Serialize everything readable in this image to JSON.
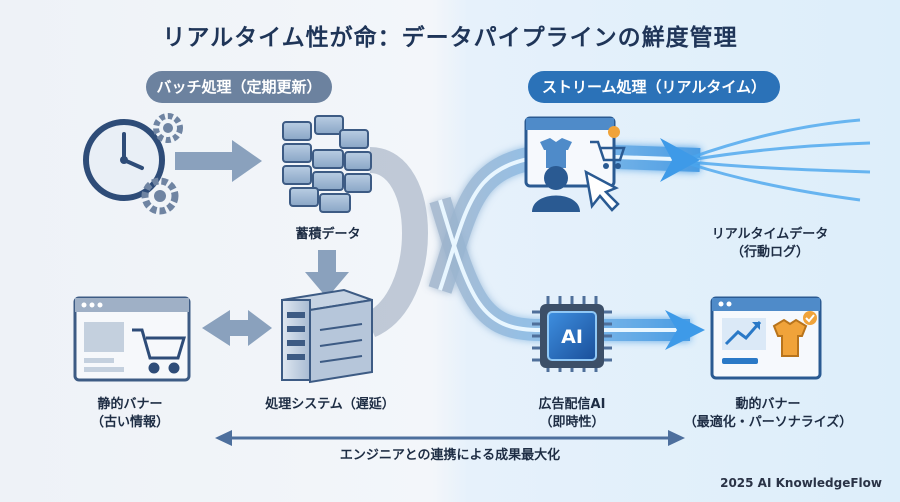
{
  "title": "リアルタイム性が命：データパイプラインの鮮度管理",
  "sections": {
    "batch": "バッチ処理（定期更新）",
    "stream": "ストリーム処理（リアルタイム）"
  },
  "nodes": {
    "stored_data": "蓄積データ",
    "processing_system": "処理システム（遅延）",
    "static_banner_1": "静的バナー",
    "static_banner_2": "（古い情報）",
    "realtime_data_1": "リアルタイムデータ",
    "realtime_data_2": "（行動ログ）",
    "ad_ai_1": "広告配信AI",
    "ad_ai_2": "（即時性）",
    "dynamic_banner_1": "動的バナー",
    "dynamic_banner_2": "（最適化・パーソナライズ）"
  },
  "chip_text": "AI",
  "bottom_label": "エンジニアとの連携による成果最大化",
  "footer": "2025 AI KnowledgeFlow",
  "colors": {
    "navy": "#1f3558",
    "batch": "#6c829f",
    "stream": "#2b72b8",
    "glow": "#5fb6f2"
  },
  "icons": [
    "clock-icon",
    "gear-icon",
    "data-stack-icon",
    "server-icon",
    "static-banner-icon",
    "shopping-cart-icon",
    "user-click-icon",
    "ai-chip-icon",
    "dynamic-banner-icon",
    "t-shirt-icon"
  ]
}
